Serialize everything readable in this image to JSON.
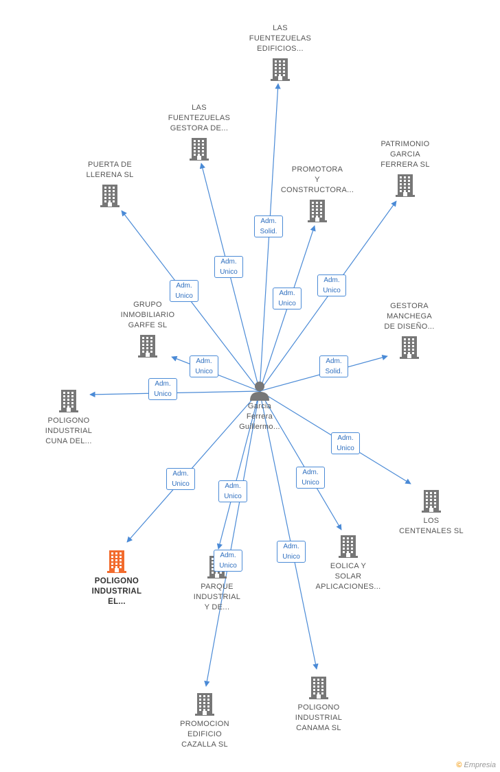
{
  "center": {
    "label": "Garcia\nFerrera\nGuillermo..."
  },
  "companies": [
    {
      "id": "las-fuentezuelas-edificios",
      "label": "LAS\nFUENTEZUELAS\nEDIFICIOS...",
      "highlight": false
    },
    {
      "id": "las-fuentezuelas-gestora",
      "label": "LAS\nFUENTEZUELAS\nGESTORA DE...",
      "highlight": false
    },
    {
      "id": "patrimonio-garcia-ferrera",
      "label": "PATRIMONIO\nGARCIA\nFERRERA SL",
      "highlight": false
    },
    {
      "id": "puerta-de-llerena",
      "label": "PUERTA DE\nLLERENA SL",
      "highlight": false
    },
    {
      "id": "promotora-constructora",
      "label": "PROMOTORA\nY\nCONSTRUCTORA...",
      "highlight": false
    },
    {
      "id": "grupo-inmobiliario-garfe",
      "label": "GRUPO\nINMOBILIARIO\nGARFE SL",
      "highlight": false
    },
    {
      "id": "gestora-manchega",
      "label": "GESTORA\nMANCHEGA\nDE DISEÑO...",
      "highlight": false
    },
    {
      "id": "poligono-cuna-del",
      "label": "POLIGONO\nINDUSTRIAL\nCUNA DEL...",
      "highlight": false
    },
    {
      "id": "los-centenales",
      "label": "LOS\nCENTENALES SL",
      "highlight": false
    },
    {
      "id": "poligono-el",
      "label": "POLIGONO\nINDUSTRIAL\nEL...",
      "highlight": true
    },
    {
      "id": "parque-industrial",
      "label": "PARQUE\nINDUSTRIAL\nY DE...",
      "highlight": false
    },
    {
      "id": "eolica-solar",
      "label": "EOLICA Y\nSOLAR\nAPLICACIONES...",
      "highlight": false
    },
    {
      "id": "promocion-cazalla",
      "label": "PROMOCION\nEDIFICIO\nCAZALLA SL",
      "highlight": false
    },
    {
      "id": "poligono-canama",
      "label": "POLIGONO\nINDUSTRIAL\nCANAMA SL",
      "highlight": false
    }
  ],
  "relations": [
    {
      "target": "las-fuentezuelas-edificios",
      "label": "Adm.\nSolid."
    },
    {
      "target": "las-fuentezuelas-gestora",
      "label": "Adm.\nUnico"
    },
    {
      "target": "patrimonio-garcia-ferrera",
      "label": "Adm.\nUnico"
    },
    {
      "target": "puerta-de-llerena",
      "label": "Adm.\nUnico"
    },
    {
      "target": "promotora-constructora",
      "label": "Adm.\nUnico"
    },
    {
      "target": "grupo-inmobiliario-garfe",
      "label": "Adm.\nUnico"
    },
    {
      "target": "gestora-manchega",
      "label": "Adm.\nSolid."
    },
    {
      "target": "poligono-cuna-del",
      "label": "Adm.\nUnico"
    },
    {
      "target": "los-centenales",
      "label": "Adm.\nUnico"
    },
    {
      "target": "poligono-el",
      "label": "Adm.\nUnico"
    },
    {
      "target": "parque-industrial",
      "label": "Adm.\nUnico"
    },
    {
      "target": "eolica-solar",
      "label": "Adm.\nUnico"
    },
    {
      "target": "promocion-cazalla",
      "label": "Adm.\nUnico"
    },
    {
      "target": "poligono-canama",
      "label": "Adm.\nUnico"
    }
  ],
  "colors": {
    "edge": "#4a8ad6",
    "building": "#777777",
    "highlight": "#f26b2d",
    "person": "#777777"
  },
  "footer": {
    "symbol": "©",
    "brand": "Empresia"
  }
}
